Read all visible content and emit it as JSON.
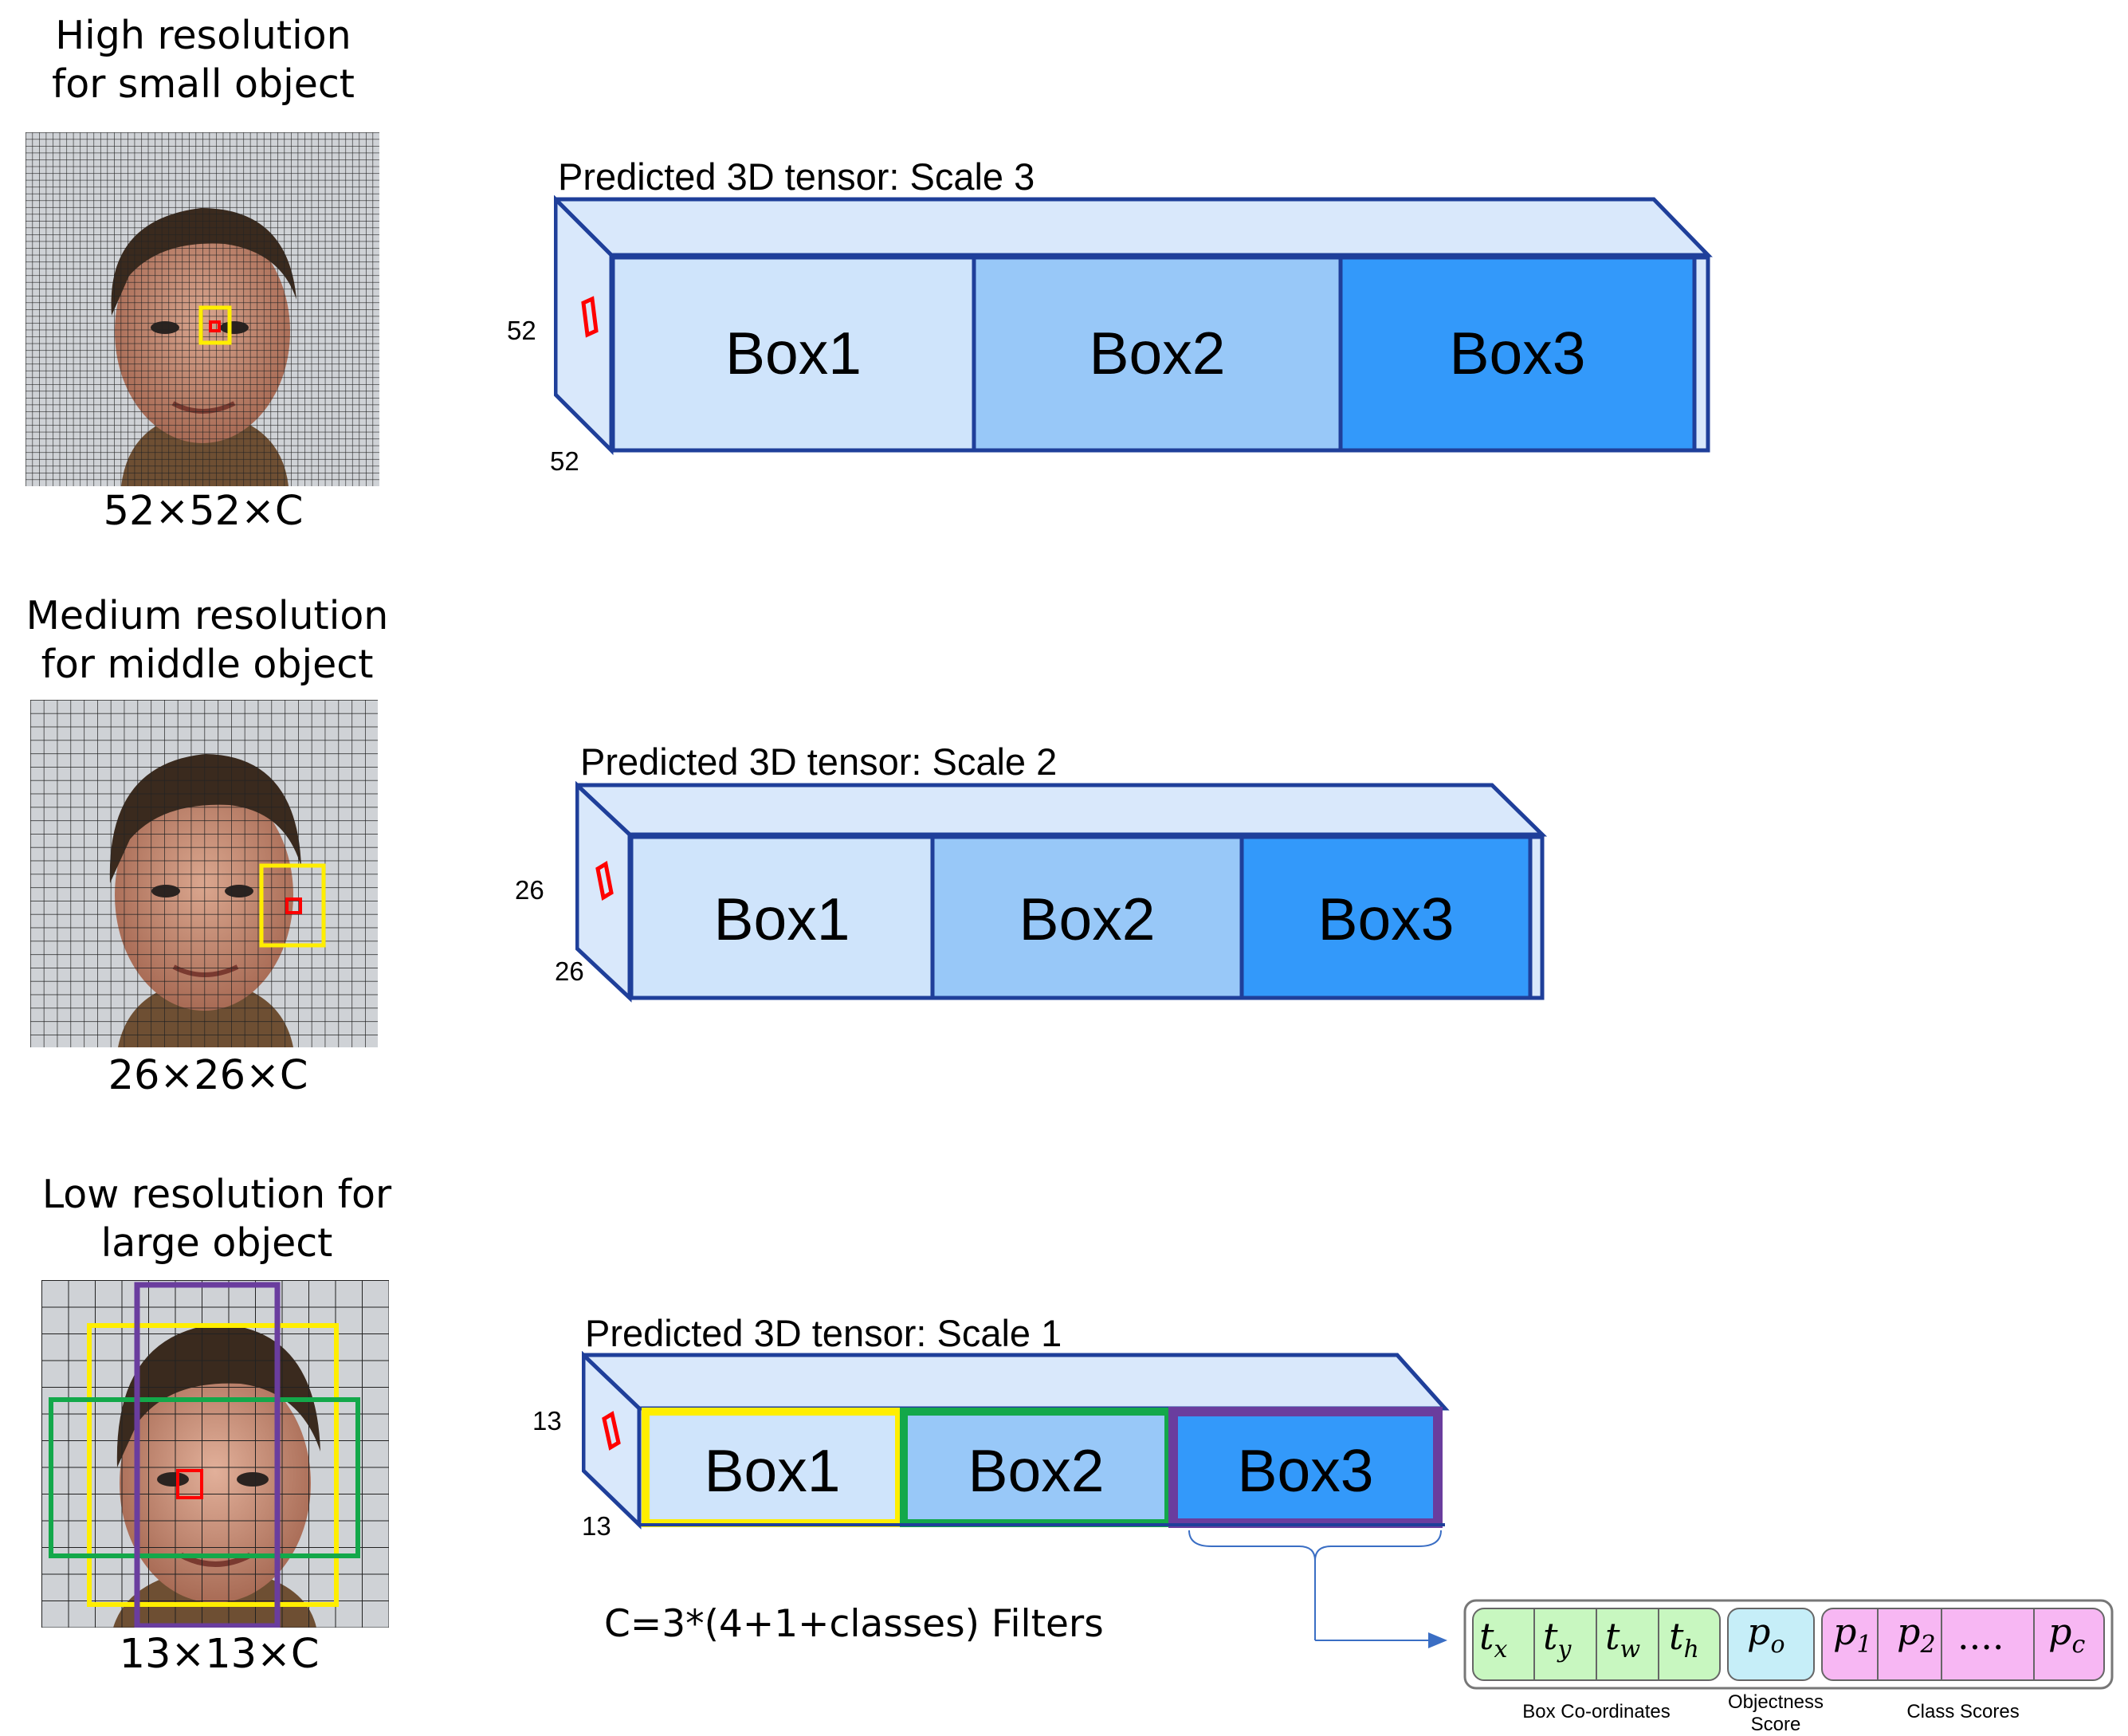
{
  "scales": [
    {
      "caption": "High resolution\nfor small object",
      "dims": "52×52×C",
      "tensor_title": "Predicted 3D tensor: Scale 3",
      "side_label": "52",
      "depth_label": "52",
      "boxes": [
        "Box1",
        "Box2",
        "Box3"
      ]
    },
    {
      "caption": "Medium resolution\nfor middle object",
      "dims": "26×26×C",
      "tensor_title": "Predicted 3D tensor: Scale 2",
      "side_label": "26",
      "depth_label": "26",
      "boxes": [
        "Box1",
        "Box2",
        "Box3"
      ]
    },
    {
      "caption": "Low resolution for\nlarge object",
      "dims": "13×13×C",
      "tensor_title": "Predicted 3D tensor: Scale 1",
      "side_label": "13",
      "depth_label": "13",
      "boxes": [
        "Box1",
        "Box2",
        "Box3"
      ]
    }
  ],
  "filters_formula": "C=3*(4+1+classes) Filters",
  "vector": {
    "box_coords": [
      "t",
      "t",
      "t",
      "t"
    ],
    "box_coords_sub": [
      "x",
      "y",
      "w",
      "h"
    ],
    "objectness": "p",
    "objectness_sub": "o",
    "class_scores": [
      "p",
      "p",
      "....",
      "p"
    ],
    "class_scores_sub": [
      "1",
      "2",
      "",
      "c"
    ],
    "labels": {
      "box_coords": "Box Co-ordinates",
      "objectness": "Objectness\nScore",
      "class_scores": "Class Scores"
    }
  },
  "colors": {
    "box1": "#cfe4fb",
    "box2": "#98c8f8",
    "box3": "#3399fa",
    "tensor_face": "#d9e8fb",
    "tensor_edge": "#1f3f9a",
    "grid_cell_highlight": "#ff0000",
    "anchor_yellow": "#ffee00",
    "anchor_green": "#13a84a",
    "anchor_purple": "#6a3d9e",
    "vec_coords": "#c8f7c0",
    "vec_obj": "#c6eef8",
    "vec_class": "#f7b7f3"
  }
}
